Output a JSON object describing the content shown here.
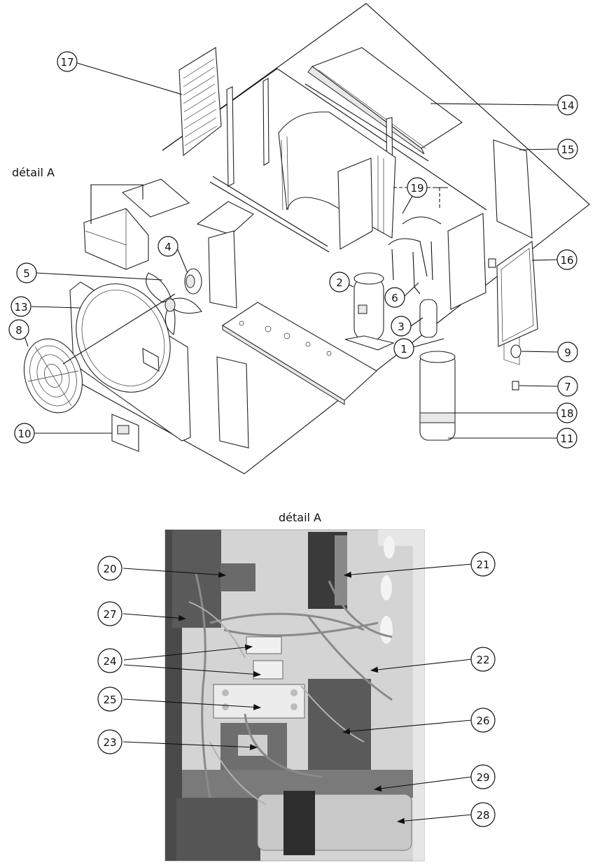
{
  "labels": {
    "detail_a_top": "détail A",
    "detail_a_bottom": "détail A"
  },
  "callouts": [
    {
      "id": "17",
      "label": "17"
    },
    {
      "id": "14",
      "label": "14"
    },
    {
      "id": "15",
      "label": "15"
    },
    {
      "id": "19",
      "label": "19"
    },
    {
      "id": "4",
      "label": "4"
    },
    {
      "id": "5",
      "label": "5"
    },
    {
      "id": "2",
      "label": "2"
    },
    {
      "id": "16",
      "label": "16"
    },
    {
      "id": "13",
      "label": "13"
    },
    {
      "id": "6",
      "label": "6"
    },
    {
      "id": "3",
      "label": "3"
    },
    {
      "id": "8",
      "label": "8"
    },
    {
      "id": "1",
      "label": "1"
    },
    {
      "id": "9",
      "label": "9"
    },
    {
      "id": "7",
      "label": "7"
    },
    {
      "id": "18",
      "label": "18"
    },
    {
      "id": "10",
      "label": "10"
    },
    {
      "id": "11",
      "label": "11"
    },
    {
      "id": "20",
      "label": "20"
    },
    {
      "id": "21",
      "label": "21"
    },
    {
      "id": "27",
      "label": "27"
    },
    {
      "id": "24",
      "label": "24"
    },
    {
      "id": "22",
      "label": "22"
    },
    {
      "id": "25",
      "label": "25"
    },
    {
      "id": "26",
      "label": "26"
    },
    {
      "id": "23",
      "label": "23"
    },
    {
      "id": "29",
      "label": "29"
    },
    {
      "id": "28",
      "label": "28"
    }
  ]
}
